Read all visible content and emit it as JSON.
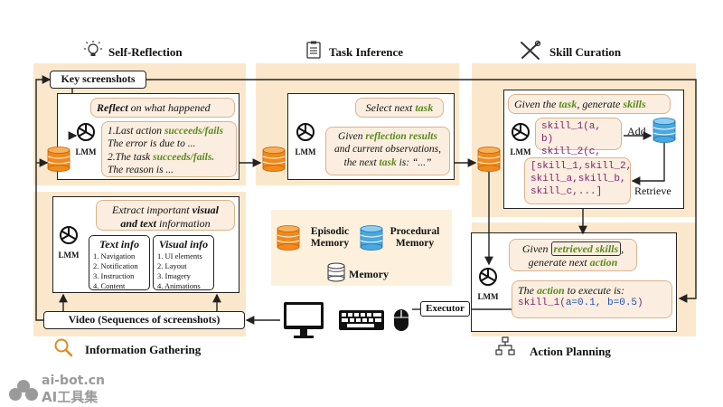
{
  "stages": {
    "self_reflection": "Self-Reflection",
    "task_inference": "Task Inference",
    "skill_curation": "Skill Curation",
    "information_gathering": "Information Gathering",
    "action_planning": "Action Planning"
  },
  "key_screenshots": "Key screenshots",
  "video": "Video (Sequences of screenshots)",
  "executor": "Executor",
  "retrieve": "Retrieve",
  "add": "Add",
  "lmm": "LMM",
  "reflect": {
    "head_a": "Reflect",
    "head_b": " on what happened",
    "l1_a": "1.Last action ",
    "l1_b": "succeeds/fails",
    "l2": "The error is due to ...",
    "l3_a": "2.The task ",
    "l3_b": "succeeds/fails.",
    "l4": "The reason is ..."
  },
  "task": {
    "select_a": "Select next ",
    "select_b": "task",
    "l1_a": "Given ",
    "l1_b": "reflection results",
    "l2": "and current observations,",
    "l3_a": "the next ",
    "l3_b": "task",
    "l3_c": " is: “...”"
  },
  "skill": {
    "given_a": "Given the ",
    "given_b": "task",
    "given_c": ", generate ",
    "given_d": "skills",
    "skill1": "skill_1(a, b)",
    "skill2": "skill_2(c, d)",
    "list_l1": "[skill_1,skill_2,",
    "list_l2": "skill_a,skill_b,",
    "list_l3": "skill_c,...]"
  },
  "info": {
    "extract_l1_a": "Extract important ",
    "extract_l1_b": "visual",
    "extract_l2_a": "and text",
    "extract_l2_b": " information",
    "text_info_title": "Text info",
    "text_info_items": [
      "1. Navigation",
      "2. Notification",
      "3. Instruction",
      "4. Content"
    ],
    "visual_info_title": "Visual info",
    "visual_info_items": [
      "1. UI elements",
      "2. Layout",
      "3. Imagery",
      "4. Animations"
    ]
  },
  "memory": {
    "episodic": "Episodic Memory",
    "procedural": "Procedural Memory",
    "memory": "Memory"
  },
  "action": {
    "given_a": "Given ",
    "given_b": "retrieved skills",
    "given_c": ",",
    "given_l2_a": "generate next ",
    "given_l2_b": "action",
    "exec_a": "The ",
    "exec_b": "action",
    "exec_c": " to execute is:",
    "call_a": "skill_1(",
    "call_b": "a=0.1, b=0.5",
    "call_c": ")"
  },
  "watermark": {
    "line1": "ai-bot.cn",
    "line2": "AI工具集"
  },
  "colors": {
    "panel": "#fbe8cc",
    "green": "#5b8a1e",
    "purple": "#7a1f6b",
    "blue": "#1e4fb3",
    "orange": "#f08a1c",
    "sky": "#4aa8e0"
  },
  "icons": [
    "bulb-icon",
    "clipboard-icon",
    "tools-icon",
    "magnifier-icon",
    "flowchart-icon",
    "openai-icon",
    "database-icon",
    "monitor-icon",
    "keyboard-icon",
    "mouse-icon"
  ]
}
